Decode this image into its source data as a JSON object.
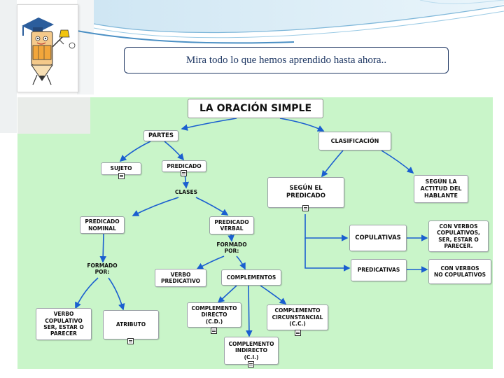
{
  "header": {
    "banner_text": "Mira todo lo que hemos aprendido hasta ahora.."
  },
  "diagram": {
    "title": "LA ORACIÓN SIMPLE",
    "nodes": {
      "partes": "PARTES",
      "clasificacion": "CLASIFICACIÓN",
      "sujeto": "SUJETO",
      "predicado": "PREDICADO",
      "clases": "CLASES",
      "segun_predicado": "SEGÚN EL\nPREDICADO",
      "segun_actitud": "SEGÚN LA\nACTITUD DEL\nHABLANTE",
      "predicado_nominal": "PREDICADO\nNOMINAL",
      "predicado_verbal": "PREDICADO\nVERBAL",
      "formado_por_verbal": "FORMADO\nPOR:",
      "formado_por_nominal": "FORMADO\nPOR:",
      "copulativas": "COPULATIVAS",
      "con_verbos_copulativos": "CON VERBOS\nCOPULATIVOS,\nSER, ESTAR O\nPARECER.",
      "predicativas": "PREDICATIVAS",
      "con_verbos_no_copulativos": "CON VERBOS\nNO COPULATIVOS",
      "verbo_predicativo": "VERBO\nPREDICATIVO",
      "complementos": "COMPLEMENTOS",
      "verbo_copulativo": "VERBO\nCOPULATIVO\nSER, ESTAR O\nPARECER",
      "atributo": "ATRIBUTO",
      "complemento_directo": "COMPLEMENTO\nDIRECTO\n(C.D.)",
      "complemento_circunstancial": "COMPLEMENTO\nCIRCUNSTANCIAL\n(C.C.)",
      "complemento_indirecto": "COMPLEMENTO\nINDIRECTO\n(C.I.)"
    }
  },
  "colors": {
    "diagram_bg": "#c9f5c9",
    "arrow": "#1a5fd0",
    "banner_border": "#203864",
    "header_wave": "#7fb7d9"
  },
  "icons": [
    "mascot-pencil-graduate-icon",
    "document-link-icon"
  ]
}
